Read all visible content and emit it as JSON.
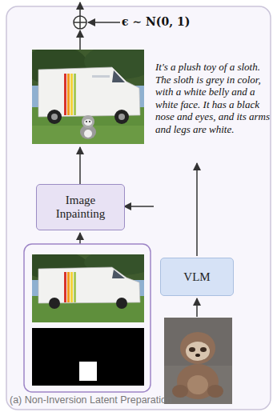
{
  "diagram": {
    "caption": "(a) Non-Inversion Latent Preparation",
    "nodes": [
      {
        "text": [
          "Image Inpainting"
        ]
      },
      {
        "text": [
          "VLM"
        ]
      }
    ],
    "labels": [
      "ϵ ∼ N(0, 1)",
      "It's a plush toy of a sloth. The sloth is grey in color, with a white belly and a white face. It has a black nose and eyes, and its arms and legs are white."
    ]
  }
}
